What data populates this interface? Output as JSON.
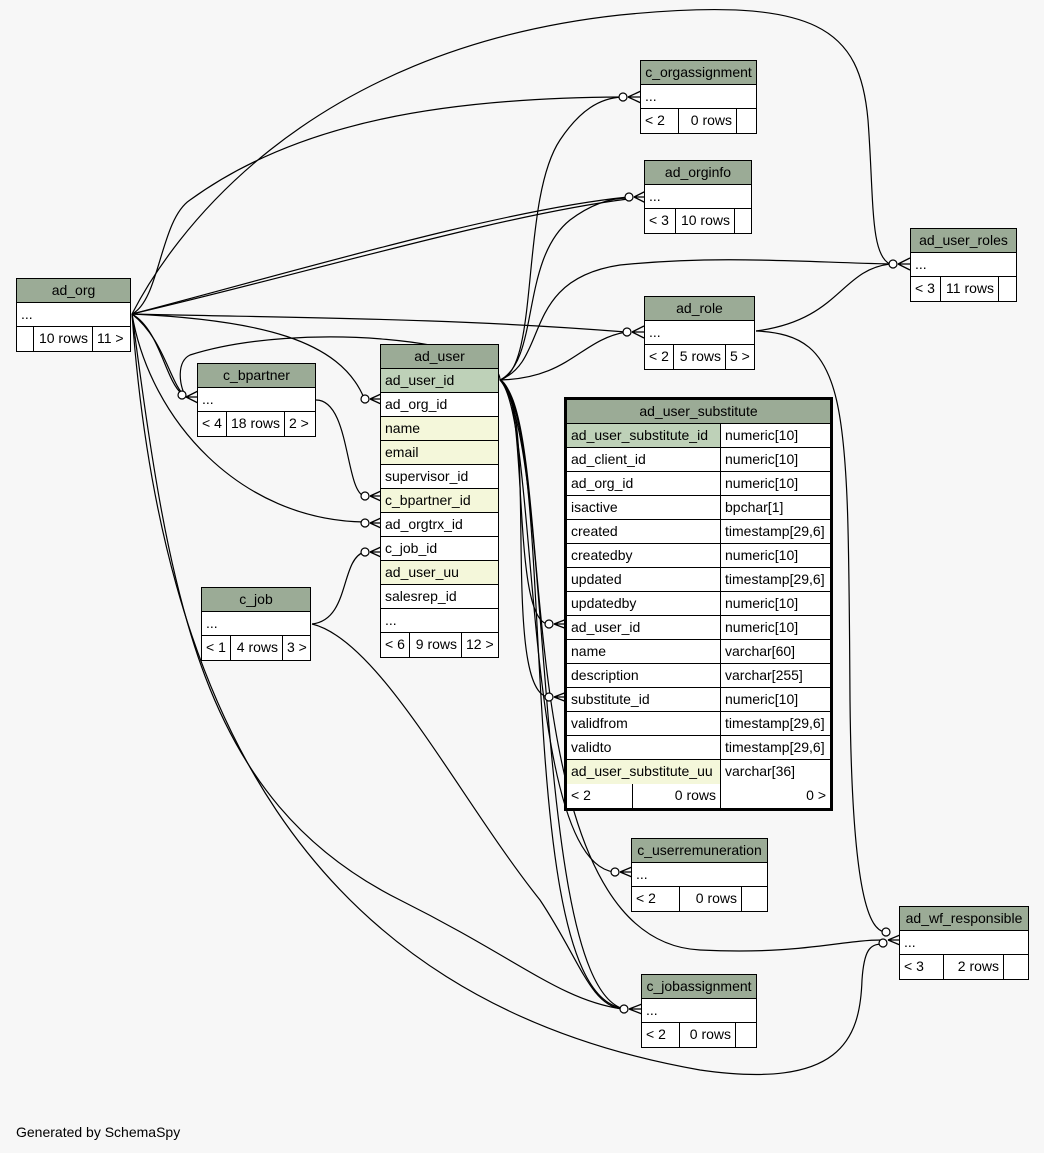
{
  "footer": "Generated by SchemaSpy",
  "ellipsis": "...",
  "tables": {
    "c_orgassignment": {
      "name": "c_orgassignment",
      "parents": "< 2",
      "rows": "0 rows",
      "children": ""
    },
    "ad_orginfo": {
      "name": "ad_orginfo",
      "parents": "< 3",
      "rows": "10 rows",
      "children": ""
    },
    "ad_user_roles": {
      "name": "ad_user_roles",
      "parents": "< 3",
      "rows": "11 rows",
      "children": ""
    },
    "ad_org": {
      "name": "ad_org",
      "parents": "",
      "rows": "10 rows",
      "children": "11 >"
    },
    "ad_role": {
      "name": "ad_role",
      "parents": "< 2",
      "rows": "5 rows",
      "children": "5 >"
    },
    "c_bpartner": {
      "name": "c_bpartner",
      "parents": "< 4",
      "rows": "18 rows",
      "children": "2 >"
    },
    "c_job": {
      "name": "c_job",
      "parents": "< 1",
      "rows": "4 rows",
      "children": "3 >"
    },
    "c_userremuneration": {
      "name": "c_userremuneration",
      "parents": "< 2",
      "rows": "0 rows",
      "children": ""
    },
    "ad_wf_responsible": {
      "name": "ad_wf_responsible",
      "parents": "< 3",
      "rows": "2 rows",
      "children": ""
    },
    "c_jobassignment": {
      "name": "c_jobassignment",
      "parents": "< 2",
      "rows": "0 rows",
      "children": ""
    },
    "ad_user": {
      "name": "ad_user",
      "columns": [
        "ad_user_id",
        "ad_org_id",
        "name",
        "email",
        "supervisor_id",
        "c_bpartner_id",
        "ad_orgtrx_id",
        "c_job_id",
        "ad_user_uu",
        "salesrep_id",
        "..."
      ],
      "parents": "< 6",
      "rows": "9 rows",
      "children": "12 >"
    },
    "ad_user_substitute": {
      "name": "ad_user_substitute",
      "columns": [
        {
          "name": "ad_user_substitute_id",
          "type": "numeric[10]"
        },
        {
          "name": "ad_client_id",
          "type": "numeric[10]"
        },
        {
          "name": "ad_org_id",
          "type": "numeric[10]"
        },
        {
          "name": "isactive",
          "type": "bpchar[1]"
        },
        {
          "name": "created",
          "type": "timestamp[29,6]"
        },
        {
          "name": "createdby",
          "type": "numeric[10]"
        },
        {
          "name": "updated",
          "type": "timestamp[29,6]"
        },
        {
          "name": "updatedby",
          "type": "numeric[10]"
        },
        {
          "name": "ad_user_id",
          "type": "numeric[10]"
        },
        {
          "name": "name",
          "type": "varchar[60]"
        },
        {
          "name": "description",
          "type": "varchar[255]"
        },
        {
          "name": "substitute_id",
          "type": "numeric[10]"
        },
        {
          "name": "validfrom",
          "type": "timestamp[29,6]"
        },
        {
          "name": "validto",
          "type": "timestamp[29,6]"
        },
        {
          "name": "ad_user_substitute_uu",
          "type": "varchar[36]"
        }
      ],
      "parents": "< 2",
      "rows": "0 rows",
      "children": "0 >"
    }
  },
  "colors": {
    "header": "#9bab96",
    "primary_key": "#bed1b8",
    "indexed": "#f4f7da",
    "background": "#f7f7f7"
  }
}
